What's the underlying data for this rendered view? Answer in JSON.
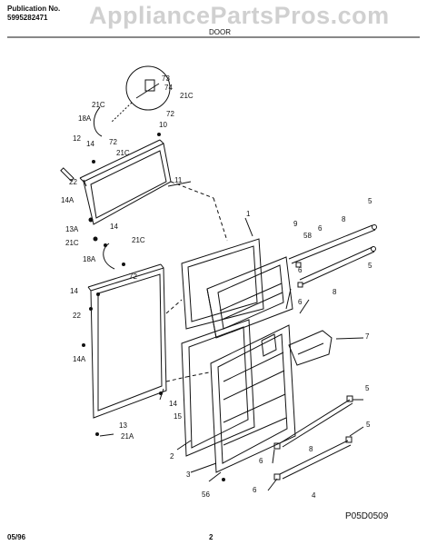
{
  "header": {
    "pub_label": "Publication No.",
    "pub_number": "5995282471",
    "model": "",
    "section": "DOOR"
  },
  "watermark": "AppliancePartsPros.com",
  "footer": {
    "date": "05/96",
    "page": "2",
    "drawing_code": "P05D0509"
  },
  "callouts": {
    "c1": "1",
    "c2": "2",
    "c3": "3",
    "c4": "4",
    "c5a": "5",
    "c5b": "5",
    "c5c": "5",
    "c5d": "5",
    "c6a": "6",
    "c6b": "6",
    "c6c": "6",
    "c6d": "6",
    "c6e": "6",
    "c7": "7",
    "c8a": "8",
    "c8b": "8",
    "c8c": "8",
    "c9": "9",
    "c10": "10",
    "c11": "11",
    "c12": "12",
    "c13": "13",
    "c13a": "13A",
    "c14a": "14",
    "c14b": "14",
    "c14c": "14",
    "c14d": "14",
    "c14Aa": "14A",
    "c14Ab": "14A",
    "c15": "15",
    "c18Aa": "18A",
    "c18Ab": "18A",
    "c21Ca": "21C",
    "c21Cb": "21C",
    "c21Cc": "21C",
    "c21Cd": "21C",
    "c21Ce": "21C",
    "c21A": "21A",
    "c22a": "22",
    "c22b": "22",
    "c56": "56",
    "c58": "58",
    "c72a": "72",
    "c72b": "72",
    "c72c": "72",
    "c73": "73",
    "c74": "74"
  }
}
